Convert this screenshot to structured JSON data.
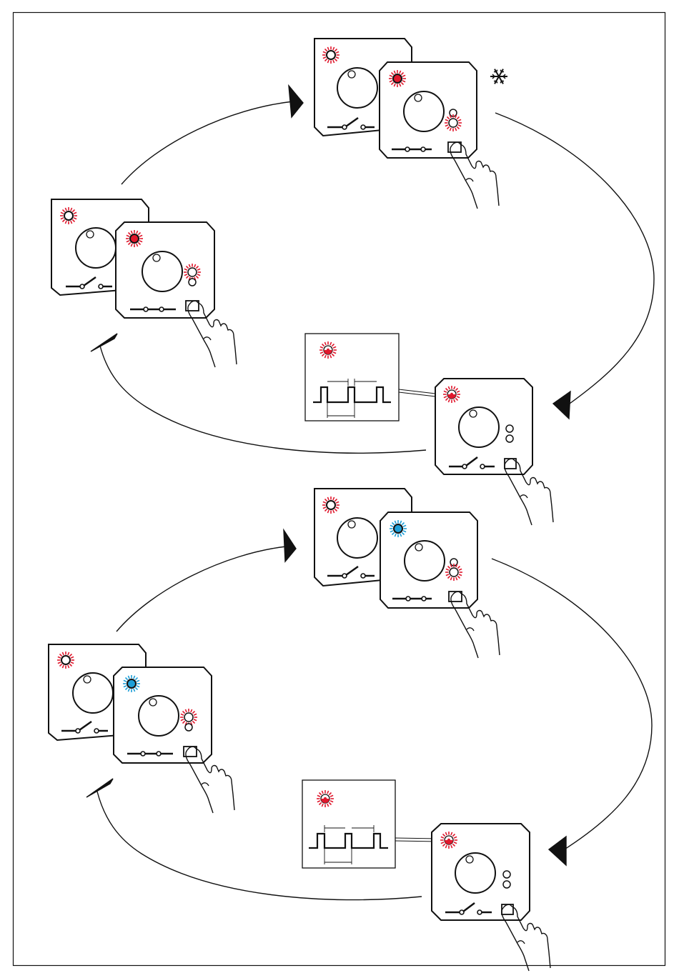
{
  "colors": {
    "stroke": "#111111",
    "background": "#ffffff",
    "led_red": "#e0182d",
    "led_blue": "#1e9fd8",
    "led_white": "#ffffff"
  },
  "icons": {
    "frost": "snowflake-icon",
    "hand": "pointing-hand-icon",
    "led": "led-indicator-icon",
    "knob": "rotary-knob-icon",
    "switch": "switch-symbol-icon",
    "button": "push-button-icon"
  },
  "cycles": [
    {
      "name": "cycle-top",
      "led_state_colors": [
        "red",
        "white-blinking",
        "red-blinking"
      ]
    },
    {
      "name": "cycle-bottom",
      "led_state_colors": [
        "blue",
        "white-blinking",
        "red-blinking"
      ]
    }
  ]
}
